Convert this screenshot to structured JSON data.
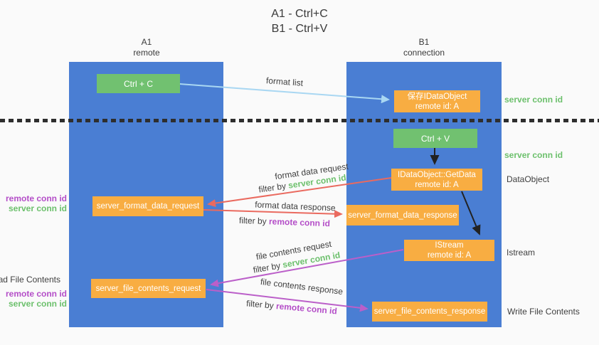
{
  "title": {
    "line1": "A1 - Ctrl+C",
    "line2": "B1 - Ctrl+V"
  },
  "lanes": {
    "left": {
      "name": "A1",
      "subtitle": "remote"
    },
    "right": {
      "name": "B1",
      "subtitle": "connection"
    }
  },
  "nodes": {
    "ctrl_c": {
      "label": "Ctrl + C"
    },
    "save_dataobject": {
      "line1": "保存IDataObject",
      "line2": "remote id: A"
    },
    "ctrl_v": {
      "label": "Ctrl + V"
    },
    "getdata": {
      "line1": "IDataObject::GetData",
      "line2": "remote id: A"
    },
    "format_request": {
      "label": "server_format_data_request"
    },
    "format_response": {
      "label": "server_format_data_response"
    },
    "istream": {
      "line1": "IStream",
      "line2": "remote id: A"
    },
    "file_request": {
      "label": "server_file_contents_request"
    },
    "file_response": {
      "label": "server_file_contents_response"
    }
  },
  "arrows": {
    "format_list": {
      "label": "format list"
    },
    "format_data_request": {
      "label": "format data request",
      "filter_prefix": "filter by ",
      "filter_key": "server conn id"
    },
    "format_data_response": {
      "label": "format data response",
      "filter_prefix": "filter by ",
      "filter_key": "remote conn id"
    },
    "file_contents_request": {
      "label": "file contents request",
      "filter_prefix": "filter by ",
      "filter_key": "server conn id"
    },
    "file_contents_response": {
      "label": "file contents response",
      "filter_prefix": "filter by ",
      "filter_key": "remote conn id"
    }
  },
  "side_labels": {
    "right_server_conn_id_1": "server conn id",
    "right_server_conn_id_2": "server conn id",
    "right_dataobject": "DataObject",
    "right_istream": "Istream",
    "right_write_file_contents": "Write File Contents",
    "left_remote_conn_id_1": "remote conn id",
    "left_server_conn_id_1": "server conn id",
    "left_read_file_contents": "Read File Contents",
    "left_remote_conn_id_2": "remote conn id",
    "left_server_conn_id_2": "server conn id"
  },
  "colors": {
    "lane_blue": "#4a7ed3",
    "box_green": "#71c170",
    "box_orange": "#f8ad42",
    "arrow_light_blue": "#a9d7f2",
    "arrow_red": "#ea6a5f",
    "arrow_purple": "#bb5fc9",
    "arrow_black": "#222222",
    "label_green": "#6cc06c",
    "label_purple": "#b44ec8",
    "text_dark": "#3f3f3f",
    "background": "#fafafa"
  }
}
